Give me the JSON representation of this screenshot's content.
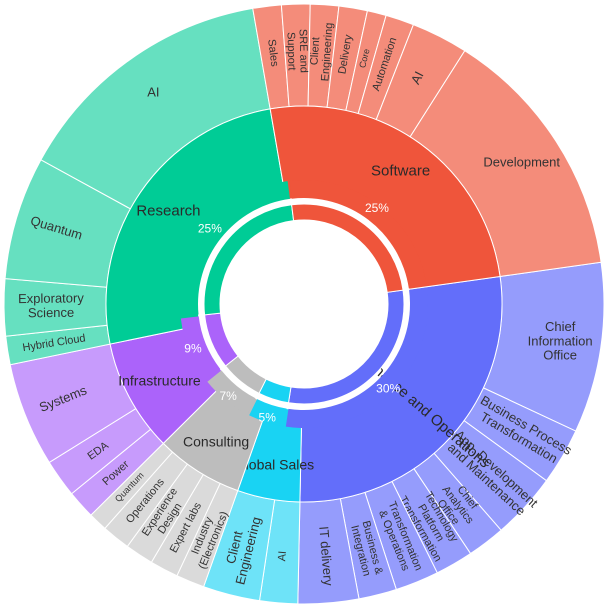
{
  "chart_data": {
    "type": "sunburst",
    "percent_ring": [
      {
        "label": "30%",
        "value": 30,
        "color": "#636EFA"
      },
      {
        "label": "5%",
        "value": 5,
        "color": "#19D3F3"
      },
      {
        "label": "7%",
        "value": 7,
        "color": "#BDBDBD"
      },
      {
        "label": "9%",
        "value": 9,
        "color": "#AB63FA"
      },
      {
        "label": "25%",
        "value": 25,
        "color": "#00CC96"
      },
      {
        "label": "25%",
        "value": 25,
        "color": "#EF553B"
      }
    ],
    "departments": [
      {
        "name": "Finance and Operations",
        "color": "#636EFA",
        "sub_color": "#959CFC",
        "children": [
          {
            "name": "Chief Information Office",
            "value": 9.0
          },
          {
            "name": "Business Process Transformation",
            "value": 3.0
          },
          {
            "name": "App. Development and Maintenance",
            "value": 3.5
          },
          {
            "name": "Chief Analytics Office",
            "value": 2.0
          },
          {
            "name": "Technology Platform Transformation",
            "value": 2.0
          },
          {
            "name": "Transformation & Operations",
            "value": 2.3
          },
          {
            "name": "Business & Integration",
            "value": 2.0
          },
          {
            "name": "IT delivery",
            "value": 3.2
          }
        ]
      },
      {
        "name": "Global Sales",
        "color": "#19D3F3",
        "sub_color": "#6EE3F8",
        "children": [
          {
            "name": "AI",
            "value": 2.0
          },
          {
            "name": "Client Engineering",
            "value": 3.0
          }
        ]
      },
      {
        "name": "Consulting",
        "color": "#BDBDBD",
        "sub_color": "#DADADA",
        "children": [
          {
            "name": "Industry (Electronics)",
            "value": 1.5
          },
          {
            "name": "Expert labs",
            "value": 1.5
          },
          {
            "name": "Experience Design",
            "value": 1.5
          },
          {
            "name": "Operations",
            "value": 1.5
          },
          {
            "name": "Quantum",
            "value": 1.0
          }
        ]
      },
      {
        "name": "Infrastructure",
        "color": "#AB63FA",
        "sub_color": "#C79BFC",
        "children": [
          {
            "name": "Power",
            "value": 1.5
          },
          {
            "name": "EDA",
            "value": 2.0
          },
          {
            "name": "Systems",
            "value": 5.5
          }
        ]
      },
      {
        "name": "Research",
        "color": "#00CC96",
        "sub_color": "#66E0C0",
        "children": [
          {
            "name": "Hybrid Cloud",
            "value": 1.5
          },
          {
            "name": "Exploratory Science",
            "value": 3.0
          },
          {
            "name": "Quantum",
            "value": 6.5
          },
          {
            "name": "AI",
            "value": 14.0
          }
        ]
      },
      {
        "name": "Software",
        "color": "#EF553B",
        "sub_color": "#F48C7A",
        "children": [
          {
            "name": "Sales",
            "value": 1.5
          },
          {
            "name": "SRE and Support",
            "value": 1.5
          },
          {
            "name": "Client Engineering",
            "value": 1.5
          },
          {
            "name": "Delivery",
            "value": 1.5
          },
          {
            "name": "Core",
            "value": 1.0
          },
          {
            "name": "Automation",
            "value": 1.5
          },
          {
            "name": "AI",
            "value": 3.0
          },
          {
            "name": "Development",
            "value": 13.5
          }
        ]
      }
    ]
  }
}
